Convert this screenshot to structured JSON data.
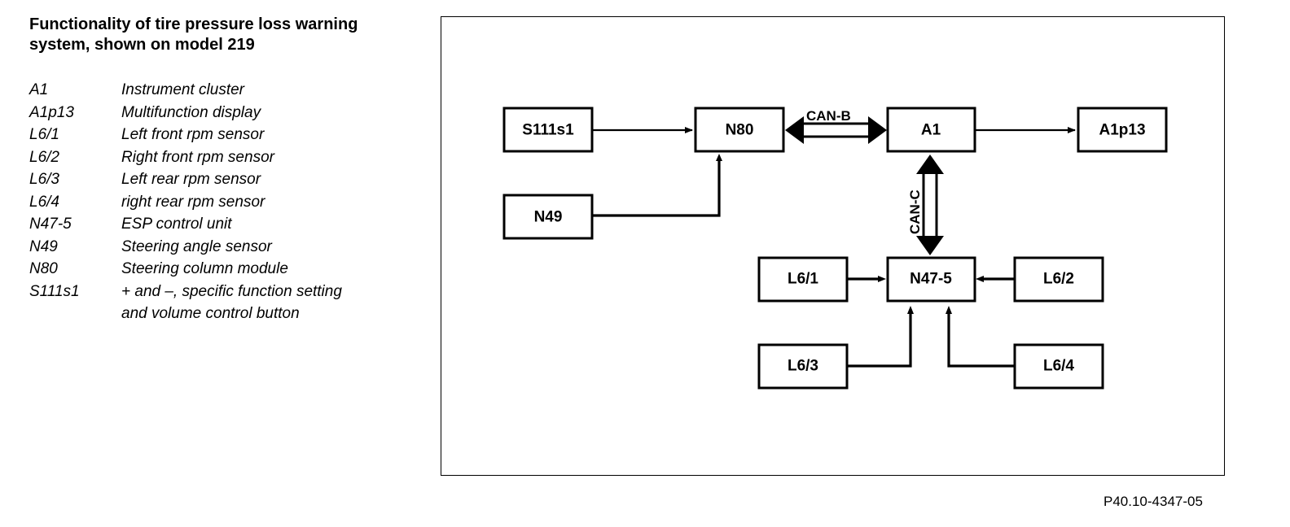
{
  "title": "Functionality of tire pressure loss warning system, shown on model 219",
  "legend": [
    {
      "code": "A1",
      "desc": "Instrument cluster"
    },
    {
      "code": "A1p13",
      "desc": "Multifunction display"
    },
    {
      "code": "L6/1",
      "desc": "Left front rpm sensor"
    },
    {
      "code": "L6/2",
      "desc": "Right front rpm sensor"
    },
    {
      "code": "L6/3",
      "desc": "Left rear rpm sensor"
    },
    {
      "code": "L6/4",
      "desc": "right rear rpm sensor"
    },
    {
      "code": "N47-5",
      "desc": "ESP control unit"
    },
    {
      "code": "N49",
      "desc": "Steering angle sensor"
    },
    {
      "code": "N80",
      "desc": "Steering column module"
    },
    {
      "code": "S111s1",
      "desc": "+ and  –, specific function setting"
    },
    {
      "code": "",
      "desc": "and volume control button"
    }
  ],
  "diagram": {
    "boxes": {
      "s111s1": "S111s1",
      "n80": "N80",
      "a1": "A1",
      "a1p13": "A1p13",
      "n49": "N49",
      "l6_1": "L6/1",
      "n47_5": "N47-5",
      "l6_2": "L6/2",
      "l6_3": "L6/3",
      "l6_4": "L6/4"
    },
    "buses": {
      "can_b": "CAN-B",
      "can_c": "CAN-C"
    }
  },
  "figure_id": "P40.10-4347-05"
}
